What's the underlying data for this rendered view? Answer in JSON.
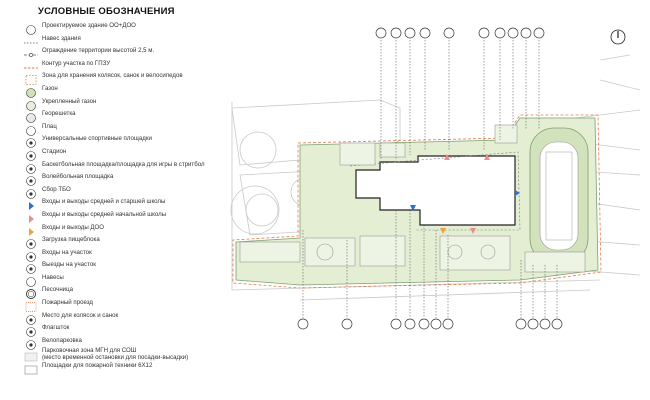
{
  "legend": {
    "title": "УСЛОВНЫЕ ОБОЗНАЧЕНИЯ",
    "items": [
      {
        "icon": "building-outline-circle",
        "label": "Проектируемое здание ОО+ДОО"
      },
      {
        "icon": "dashed-line",
        "label": "Навес здания"
      },
      {
        "icon": "fence-line",
        "label": "Ограждение территории высотой 2,5 м."
      },
      {
        "icon": "orange-dashed-line",
        "label": "Контур участка по ГПЗУ"
      },
      {
        "icon": "orange-dashed-square",
        "label": "Зона для хранения колясок, санок и велосипедов"
      },
      {
        "icon": "green-circle",
        "label": "Газон"
      },
      {
        "icon": "light-green-circle",
        "label": "Укрепленный газон"
      },
      {
        "icon": "geogrid-circle",
        "label": "Георешетка"
      },
      {
        "icon": "parade-ground-circle",
        "label": "Плац"
      },
      {
        "icon": "sports-icon",
        "label": "Универсальные спортивные площадки"
      },
      {
        "icon": "stadium-icon",
        "label": "Стадион"
      },
      {
        "icon": "basketball-icon",
        "label": "Баскетбольная площадка/площадка для игры в стритбол"
      },
      {
        "icon": "volleyball-icon",
        "label": "Волейбольная площадка"
      },
      {
        "icon": "trash-icon",
        "label": "Сбор ТБО"
      },
      {
        "icon": "entrance-blue-icon",
        "label": "Входы и выходы средней и старшей школы"
      },
      {
        "icon": "entrance-pink-icon",
        "label": "Входы и выходы средней начальной школы"
      },
      {
        "icon": "entrance-orange-icon",
        "label": "Входы и выходы ДОО"
      },
      {
        "icon": "kitchen-loading-icon",
        "label": "Загрузка пищеблока"
      },
      {
        "icon": "site-entry-icon",
        "label": "Входы на участок"
      },
      {
        "icon": "site-exit-icon",
        "label": "Выезды на участок"
      },
      {
        "icon": "canopy-icon",
        "label": "Навесы"
      },
      {
        "icon": "sandbox-icon",
        "label": "Песочница"
      },
      {
        "icon": "fire-lane-icon",
        "label": "Пожарный проезд"
      },
      {
        "icon": "stroller-icon",
        "label": "Место для колясок и санок"
      },
      {
        "icon": "flag-icon",
        "label": "Флагшток"
      },
      {
        "icon": "bicycle-icon",
        "label": "Велопарковка"
      },
      {
        "icon": "parking-icon",
        "label": "Парковочная зона МГН для СОШ\n(место временной остановки для посадки-высадки)"
      },
      {
        "icon": "fire-truck-area-icon",
        "label": "Площадки для пожарной техники 6Х12"
      }
    ]
  },
  "colors": {
    "lawn": "#dbe9c8",
    "reinforced_lawn": "#e8f0dd",
    "building": "#ffffff",
    "outline": "#222222",
    "boundary": "#e07b4a",
    "entrance_blue": "#2f6fd1",
    "entrance_pink": "#f28a8a",
    "entrance_orange": "#f4a041",
    "context_lines": "#c8c8c8"
  }
}
